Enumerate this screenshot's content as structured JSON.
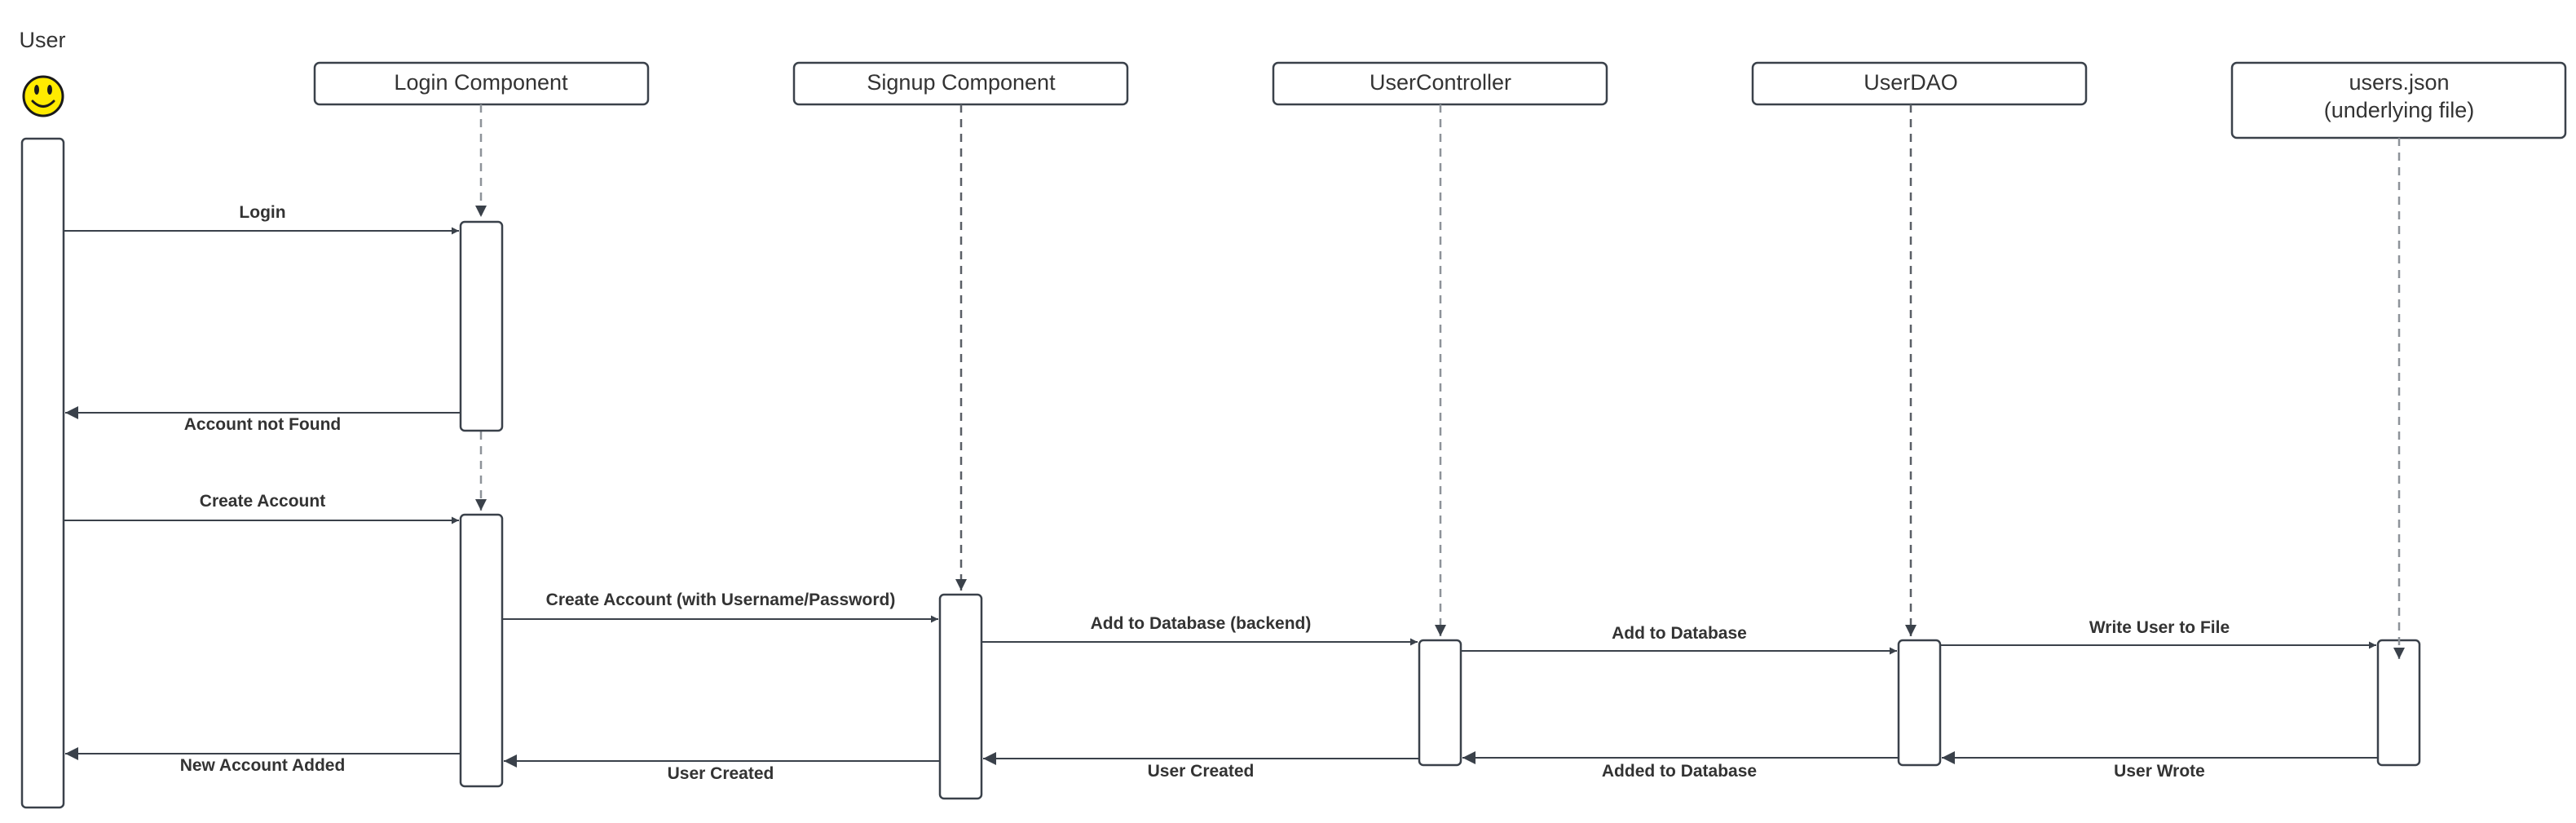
{
  "actor": {
    "name": "User",
    "icon": "smiley-face-icon",
    "face_color": "#ffeb00"
  },
  "participants": [
    {
      "label": "Login Component"
    },
    {
      "label": "Signup Component"
    },
    {
      "label": "UserController"
    },
    {
      "label": "UserDAO"
    },
    {
      "label": "users.json",
      "label2": "(underlying file)"
    }
  ],
  "messages": [
    {
      "label": "Login",
      "from": "User",
      "to": "Login Component",
      "kind": "call"
    },
    {
      "label": "Account not Found",
      "from": "Login Component",
      "to": "User",
      "kind": "return"
    },
    {
      "label": "Create Account",
      "from": "User",
      "to": "Login Component",
      "kind": "call"
    },
    {
      "label": "Create Account (with Username/Password)",
      "from": "Login Component",
      "to": "Signup Component",
      "kind": "call"
    },
    {
      "label": "Add to Database (backend)",
      "from": "Signup Component",
      "to": "UserController",
      "kind": "call"
    },
    {
      "label": "Add to Database",
      "from": "UserController",
      "to": "UserDAO",
      "kind": "call"
    },
    {
      "label": "Write User to File",
      "from": "UserDAO",
      "to": "users.json",
      "kind": "call"
    },
    {
      "label": "User Wrote",
      "from": "users.json",
      "to": "UserDAO",
      "kind": "return"
    },
    {
      "label": "Added to Database",
      "from": "UserDAO",
      "to": "UserController",
      "kind": "return"
    },
    {
      "label": "User Created",
      "from": "UserController",
      "to": "Signup Component",
      "kind": "return"
    },
    {
      "label": "User Created",
      "from": "Signup Component",
      "to": "Login Component",
      "kind": "return"
    },
    {
      "label": "New Account Added",
      "from": "Login Component",
      "to": "User",
      "kind": "return"
    }
  ],
  "colors": {
    "stroke": "#3a414a",
    "lifeline": "#8e9399",
    "text": "#333333"
  }
}
